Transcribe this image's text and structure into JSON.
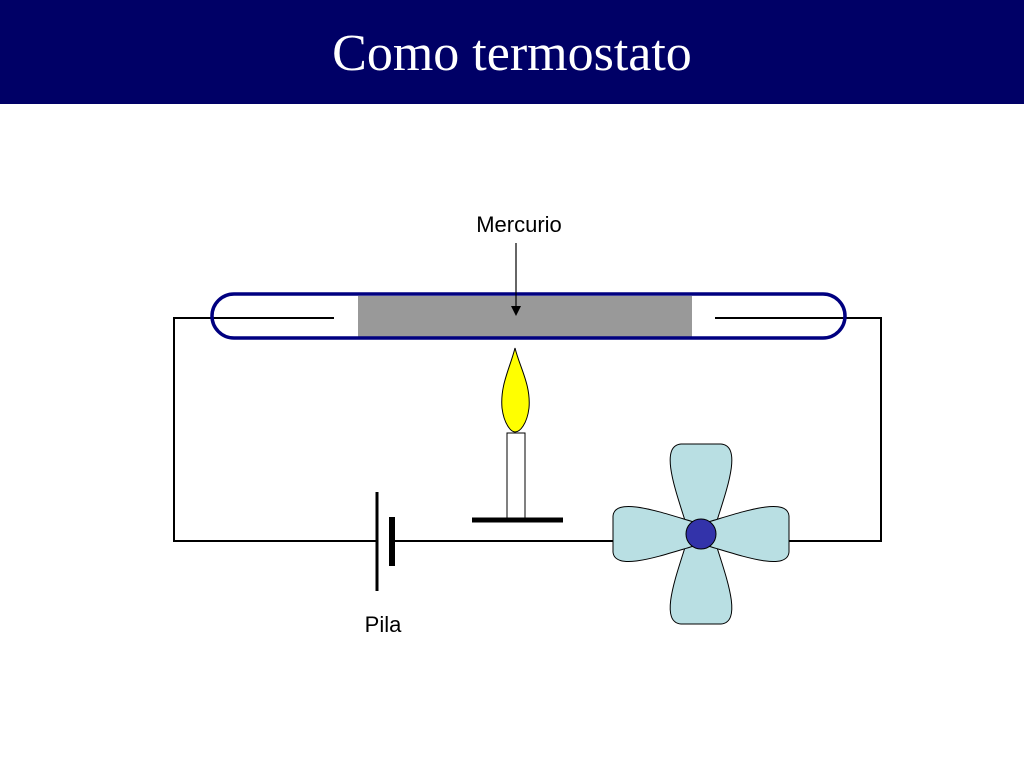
{
  "slide": {
    "title": "Como termostato"
  },
  "diagram": {
    "labels": {
      "mercury": "Mercurio",
      "battery": "Pila"
    },
    "colors": {
      "title_bar": "#000066",
      "tube_outline": "#000080",
      "mercury": "#999999",
      "flame": "#ffff00",
      "fan_blade": "#b9dfe3",
      "fan_hub": "#3333aa",
      "wire": "#000000"
    },
    "icons": {
      "flame": "candle-flame-icon",
      "fan": "fan-icon",
      "battery": "battery-icon"
    }
  }
}
